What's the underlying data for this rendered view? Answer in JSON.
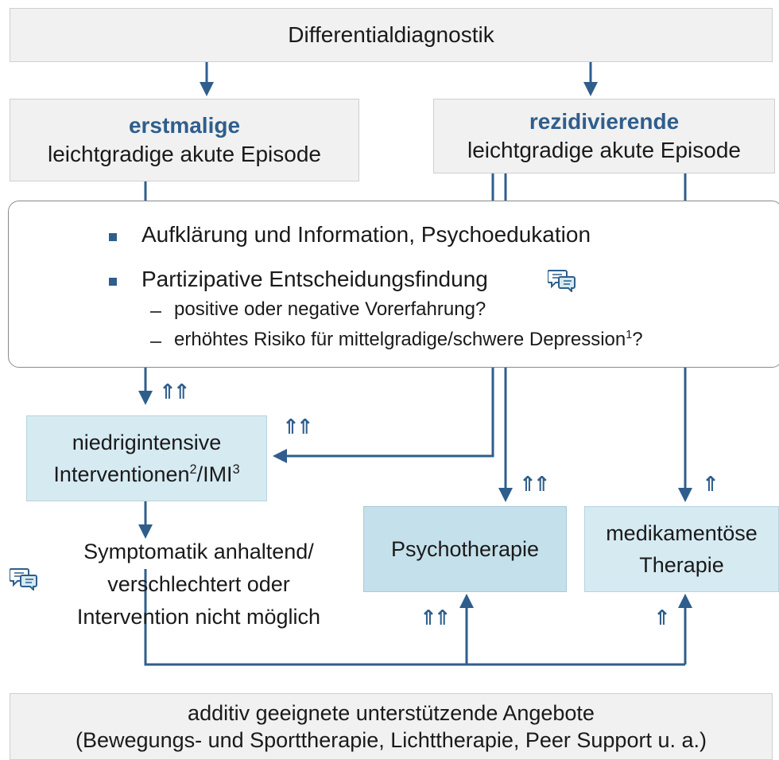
{
  "top_box": {
    "label": "Differentialdiagnostik"
  },
  "first_episode": {
    "label_bold": "erstmalige",
    "label": "leichtgradige akute Episode"
  },
  "recurrent_episode": {
    "label_bold": "rezidivierende",
    "label": "leichtgradige akute Episode"
  },
  "info_box": {
    "bullets": [
      "Aufklärung und Information, Psychoedukation",
      "Partizipative Entscheidungsfindung"
    ],
    "sub_items": [
      "positive oder negative Vorerfahrung?",
      "erhöhtes Risiko für mittelgradige/schwere Depression",
      "?"
    ],
    "sub_footnote": "1"
  },
  "low_intensity": {
    "line1": "niedrigintensive",
    "line2a": "Interventionen",
    "sup2": "2",
    "line2b": "/IMI",
    "sup3": "3"
  },
  "persisting": {
    "lines": [
      "Symptomatik anhaltend/",
      "verschlechtert oder",
      "Intervention nicht möglich"
    ]
  },
  "psychotherapy": {
    "label": "Psychotherapie"
  },
  "medication": {
    "line1": "medikamentöse",
    "line2": "Therapie"
  },
  "support": {
    "line1": "additiv geeignete unterstützende Angebote",
    "line2": "(Bewegungs- und Sporttherapie, Lichttherapie, Peer Support u. a.)"
  },
  "recommendation_marks": {
    "strong": "⇑⇑",
    "weak": "⇑"
  },
  "colors": {
    "accent": "#2f5e8c",
    "arrow": "#2f5e8c",
    "grey_box": "#f1f1f1",
    "blue_box": "#d6eaf2",
    "blue_box_dark": "#c4e0eb"
  },
  "icons": {
    "discussion": "speech-bubbles-icon"
  }
}
